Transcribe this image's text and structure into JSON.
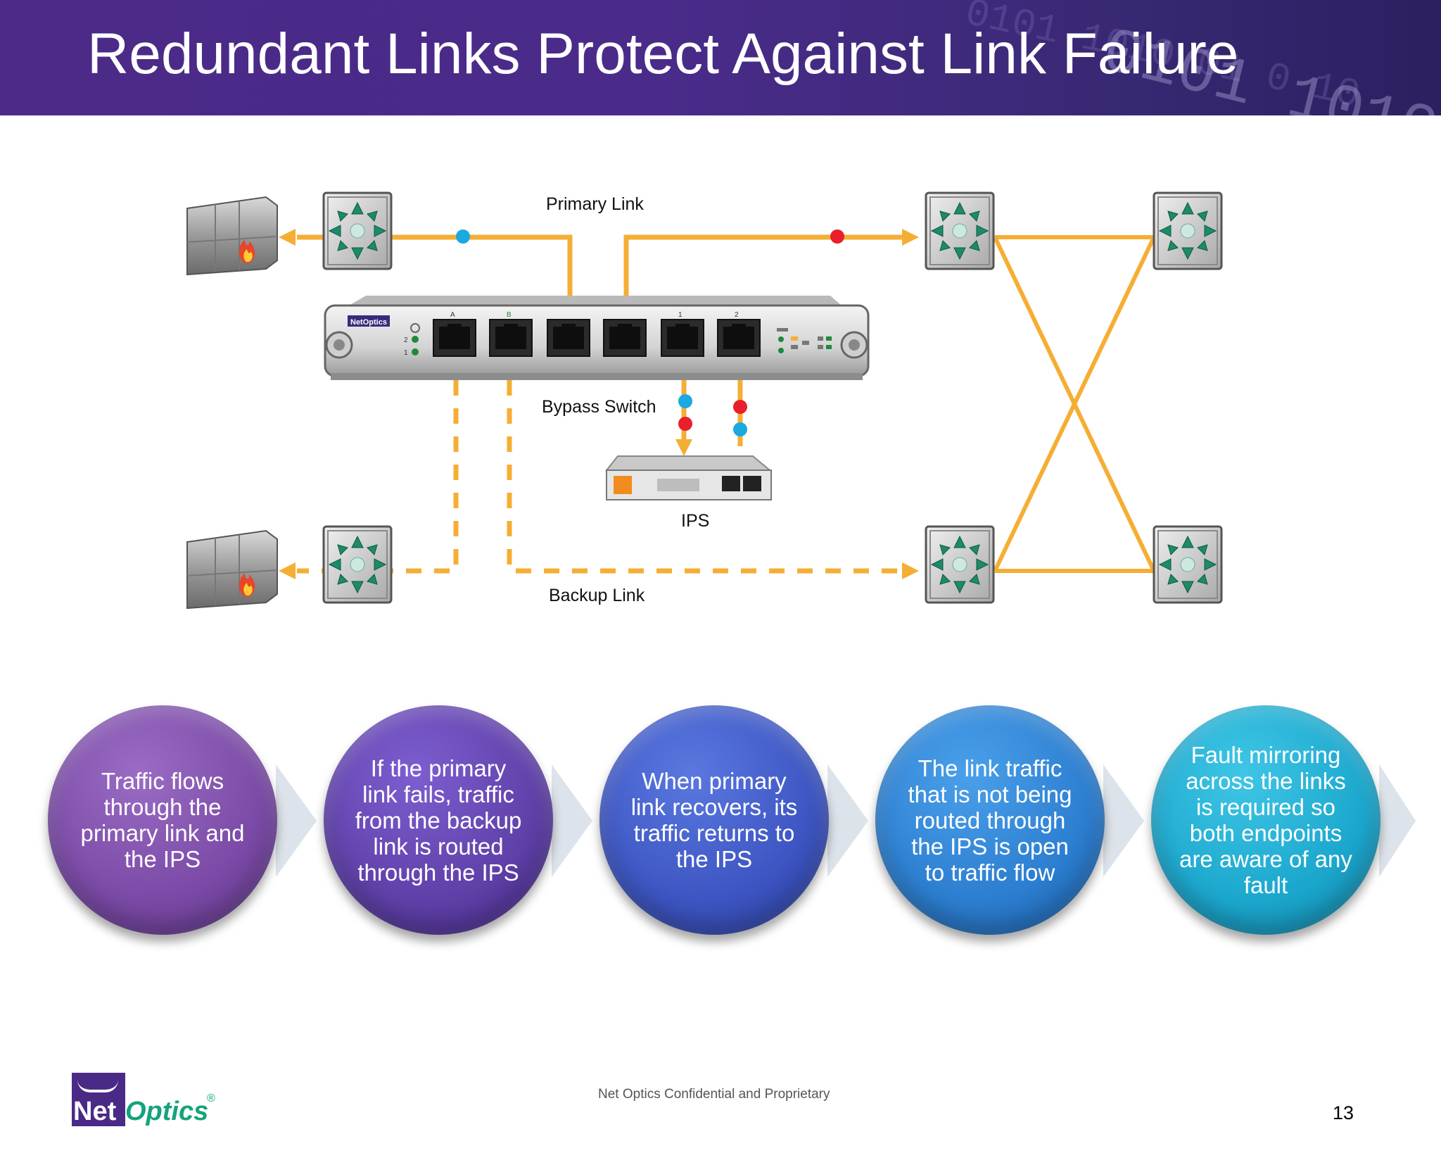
{
  "header": {
    "title": "Redundant Links Protect Against Link Failure",
    "decor_digits": "0101 1010 01 0 10"
  },
  "diagram": {
    "primary_link_label": "Primary Link",
    "backup_link_label": "Backup Link",
    "bypass_switch_label": "Bypass Switch",
    "ips_label": "IPS",
    "bypass_brand": "NetOptics",
    "port_labels": [
      "A",
      "B",
      "",
      "",
      "1",
      "2"
    ],
    "led_labels": [
      "2",
      "1"
    ],
    "colors": {
      "link": "#f5ae34",
      "blue_dot": "#1aa9e0",
      "red_dot": "#e8202a"
    }
  },
  "steps": [
    {
      "text": "Traffic flows through the primary link and the IPS",
      "color": "#7a4aa6"
    },
    {
      "text": "If the primary link fails, traffic from the backup link is routed through the IPS",
      "color": "#5f40a8"
    },
    {
      "text": "When primary link recovers, its traffic returns to the IPS",
      "color": "#3d55c2"
    },
    {
      "text": "The link traffic that is not being routed through the IPS is open to traffic flow",
      "color": "#2c7ed0"
    },
    {
      "text": "Fault mirroring across the links is required so both endpoints are aware of any fault",
      "color": "#1ba7cd"
    }
  ],
  "footer": {
    "confidential": "Net Optics Confidential and Proprietary",
    "page_number": "13",
    "logo_net": "Net",
    "logo_optics": "Optics",
    "logo_reg": "®"
  }
}
